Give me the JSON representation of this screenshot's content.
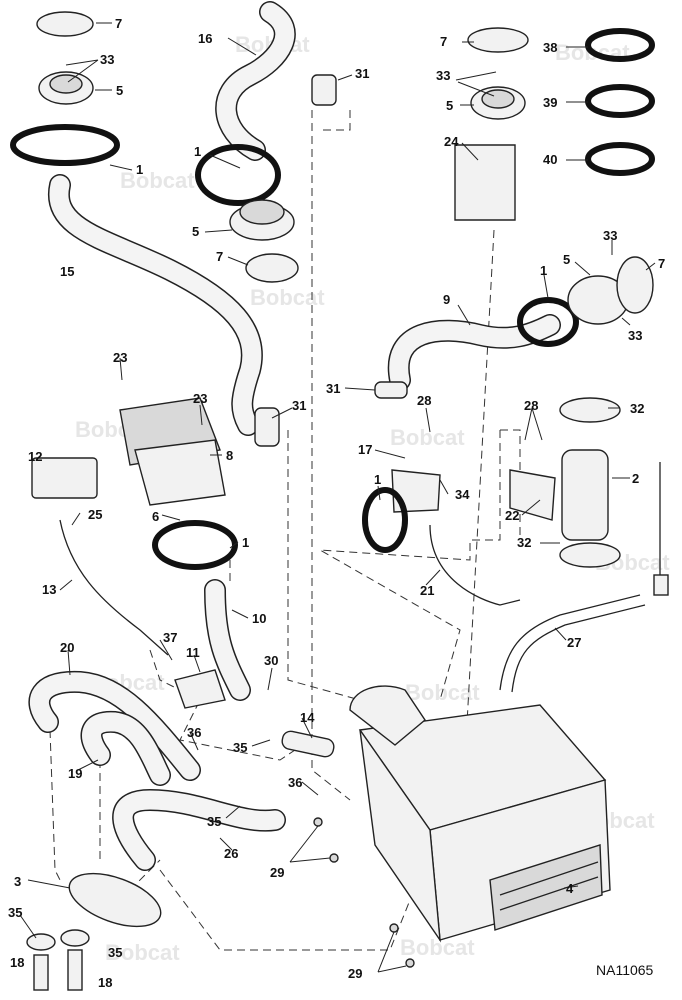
{
  "figure_code": "NA11065",
  "watermark_text": "Bobcat",
  "callouts": [
    "1",
    "2",
    "3",
    "4",
    "5",
    "6",
    "7",
    "8",
    "9",
    "10",
    "11",
    "12",
    "13",
    "14",
    "15",
    "16",
    "17",
    "18",
    "19",
    "20",
    "21",
    "22",
    "23",
    "24",
    "25",
    "26",
    "27",
    "28",
    "29",
    "30",
    "31",
    "32",
    "33",
    "34",
    "35",
    "36",
    "37",
    "38",
    "39",
    "40"
  ]
}
